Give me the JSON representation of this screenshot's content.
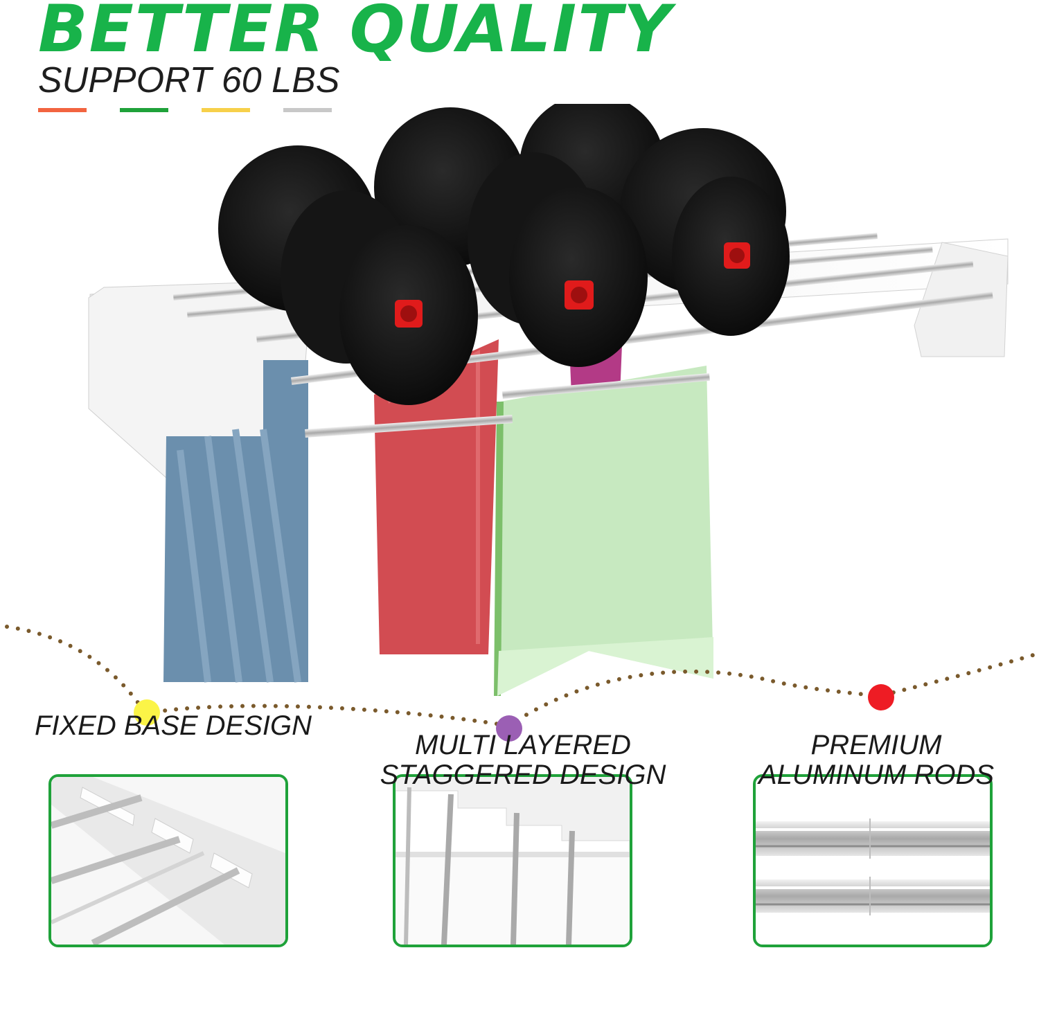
{
  "header": {
    "title": "BETTER QUALITY",
    "subtitle": "SUPPORT 60 LBS"
  },
  "colors": {
    "title": "#18b34a",
    "accent_red": "#f26440",
    "accent_green": "#1fa23a",
    "accent_yellow": "#f7d04a",
    "accent_gray": "#c8c8c8",
    "dot_yellow": "#fbf447",
    "dot_purple": "#9b5fb4",
    "dot_red": "#ee1c24",
    "dotted_line": "#7a5a2c",
    "callout_border": "#1fa23a"
  },
  "features": [
    {
      "icon": "fixed-base-icon",
      "caption_lines": [
        "FIXED BASE DESIGN"
      ]
    },
    {
      "icon": "staggered-layers-icon",
      "caption_lines": [
        "MULTI LAYERED",
        "STAGGERED DESIGN"
      ]
    },
    {
      "icon": "aluminum-rods-icon",
      "caption_lines": [
        "PREMIUM",
        "ALUMINUM RODS"
      ]
    }
  ]
}
